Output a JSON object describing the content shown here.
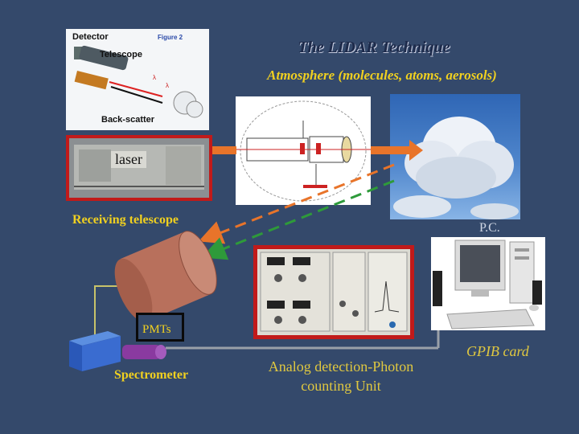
{
  "title": "The LIDAR Technique",
  "subtitle": "Atmosphere (molecules, atoms, aerosols)",
  "figure_inset": {
    "detector_label": "Detector",
    "figure_label": "Figure 2",
    "telescope_label": "Telescope",
    "backscatter_label": "Back-scatter"
  },
  "laser_label": "laser",
  "receiving_telescope_label": "Receiving telescope",
  "pc_label": "P.C.",
  "pmts_label": "PMTs",
  "spectrometer_label": "Spectrometer",
  "analog_unit_label_line1": "Analog detection-Photon",
  "analog_unit_label_line2": "counting Unit",
  "gpib_label": "GPIB card",
  "colors": {
    "background": "#34496b",
    "label_yellow": "#f0d020",
    "laser_orange": "#e8742a",
    "return_green": "#2e9a3a",
    "frame_red": "#c11a1a"
  }
}
